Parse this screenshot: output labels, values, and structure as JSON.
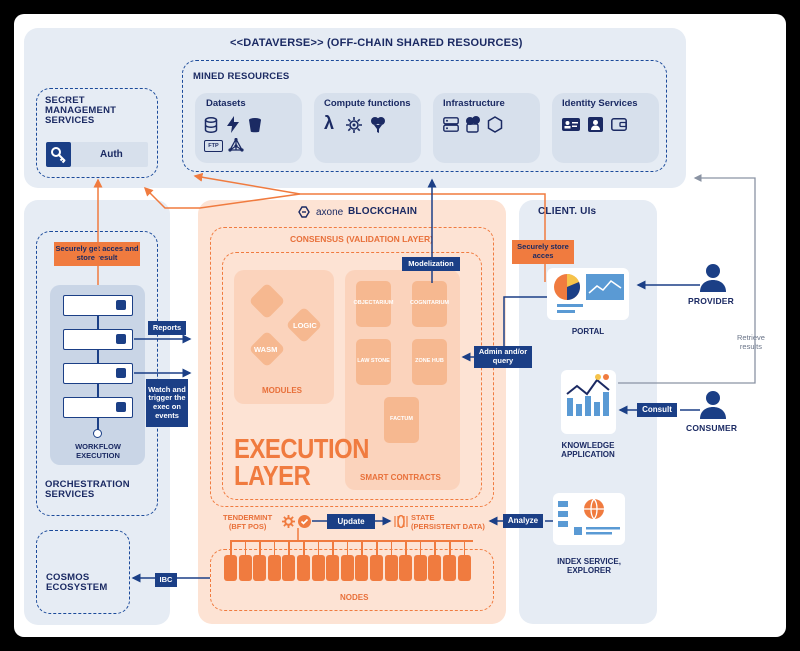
{
  "dataverse": {
    "title": "<<DATAVERSE>> (OFF-CHAIN SHARED RESOURCES)",
    "mined_title": "MINED RESOURCES",
    "cards": [
      {
        "title": "Datasets",
        "icons": [
          "database-icon",
          "lightning-icon",
          "bucket-icon",
          "ftp-icon",
          "graph-icon"
        ]
      },
      {
        "title": "Compute functions",
        "icons": [
          "lambda-icon",
          "gear-icon",
          "filter-icon"
        ]
      },
      {
        "title": "Infrastructure",
        "icons": [
          "server-icon",
          "cloud-icon",
          "hexagon-icon"
        ]
      },
      {
        "title": "Identity Services",
        "icons": [
          "id-card-icon",
          "user-portrait-icon",
          "wallet-icon"
        ]
      }
    ],
    "ftp_text": "FTP"
  },
  "secret": {
    "title_line1": "SECRET",
    "title_line2": "MANAGEMENT",
    "title_line3": "SERVICES",
    "auth": "Auth"
  },
  "orchestration": {
    "secure_label": "Securely get acces and store result",
    "workflow_line1": "WORKFLOW",
    "workflow_line2": "EXECUTION",
    "title_line1": "ORCHESTRATION",
    "title_line2": "SERVICES",
    "reports": "Reports",
    "watch": "Watch and trigger the exec on events"
  },
  "cosmos": {
    "title_line1": "COSMOS",
    "title_line2": "ECOSYSTEM",
    "ibc": "IBC"
  },
  "blockchain": {
    "brand": "axone",
    "title": "BLOCKCHAIN",
    "consensus": "CONSENSUS (VALIDATION LAYER)",
    "modelization": "Modelization",
    "modules_title": "MODULES",
    "modules": [
      "LOGIC",
      "WASM"
    ],
    "contracts_title": "SMART CONTRACTS",
    "contracts": [
      "OBJECTARIUM",
      "COGNITARIUM",
      "LAW STONE",
      "ZONE HUB",
      "FACTUM"
    ],
    "execution_line1": "EXECUTION",
    "execution_line2": "LAYER",
    "tendermint_line1": "TENDERMINT",
    "tendermint_line2": "(BFT POS)",
    "update": "Update",
    "state_line1": "STATE",
    "state_line2": "(PERSISTENT DATA)",
    "nodes": "NODES",
    "node_count": 17
  },
  "clients": {
    "title": "CLIENT. UIs",
    "secure_label": "Securely store acces",
    "portal": "PORTAL",
    "admin": "Admin and/or query",
    "knowledge_line1": "KNOWLEDGE",
    "knowledge_line2": "APPLICATION",
    "consult": "Consult",
    "analyze": "Analyze",
    "index_line1": "INDEX SERVICE,",
    "index_line2": "EXPLORER",
    "provider": "PROVIDER",
    "consumer": "CONSUMER",
    "retrieve_line1": "Retrieve",
    "retrieve_line2": "results"
  },
  "colors": {
    "navy": "#1b2a63",
    "blue": "#1b3f86",
    "orange": "#f07b3f",
    "peach": "#fde3d4",
    "panel": "#e6ecf4"
  }
}
